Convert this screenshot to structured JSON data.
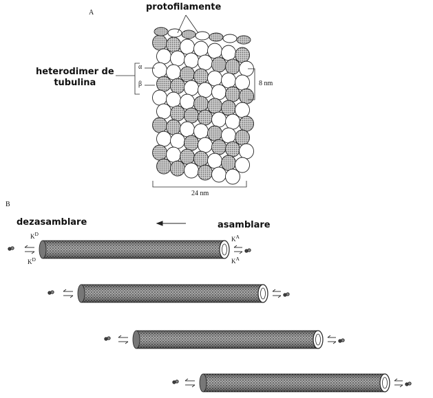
{
  "panel_a": {
    "panel_label": "A",
    "protofilaments_label": "protofilamente",
    "heterodimer_label_line1": "heterodimer de",
    "heterodimer_label_line2": "tubulina",
    "alpha_label": "α",
    "beta_label": "β",
    "height_label": "8 nm",
    "width_label": "24 nm"
  },
  "panel_b": {
    "panel_label": "B",
    "disassembly_label": "dezasamblare",
    "assembly_label": "asamblare",
    "k_disassembly_on": "K",
    "k_disassembly_off": "K",
    "k_assembly_on": "K",
    "k_assembly_off": "K"
  },
  "colors": {
    "ink": "#222222",
    "shaded": "#a8a8a8",
    "light": "#ffffff"
  }
}
